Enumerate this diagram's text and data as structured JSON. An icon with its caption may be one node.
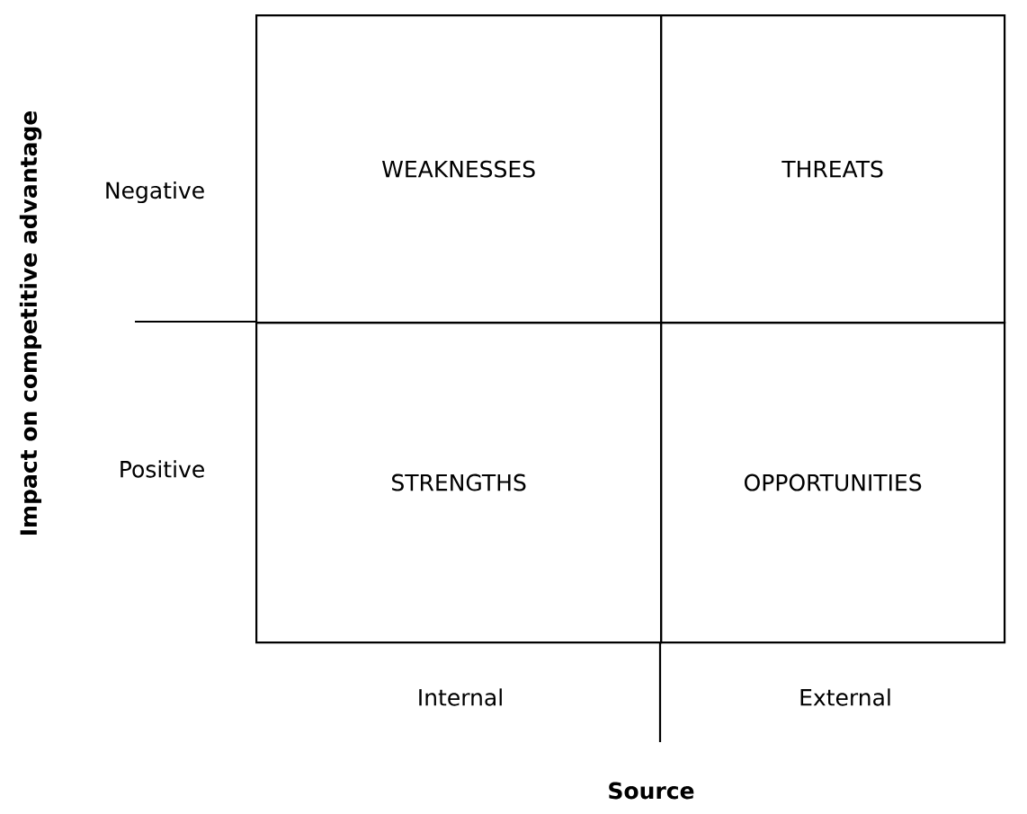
{
  "diagram": {
    "nodes": [
      {
        "text": [
          "WEAKNESSES"
        ]
      },
      {
        "text": [
          "THREATS"
        ]
      },
      {
        "text": [
          "STRENGTHS"
        ]
      },
      {
        "text": [
          "OPPORTUNITIES"
        ]
      }
    ],
    "labels": [
      "Impact on competitive advantage",
      "Negative",
      "Positive",
      "Internal",
      "External",
      "Source"
    ]
  }
}
